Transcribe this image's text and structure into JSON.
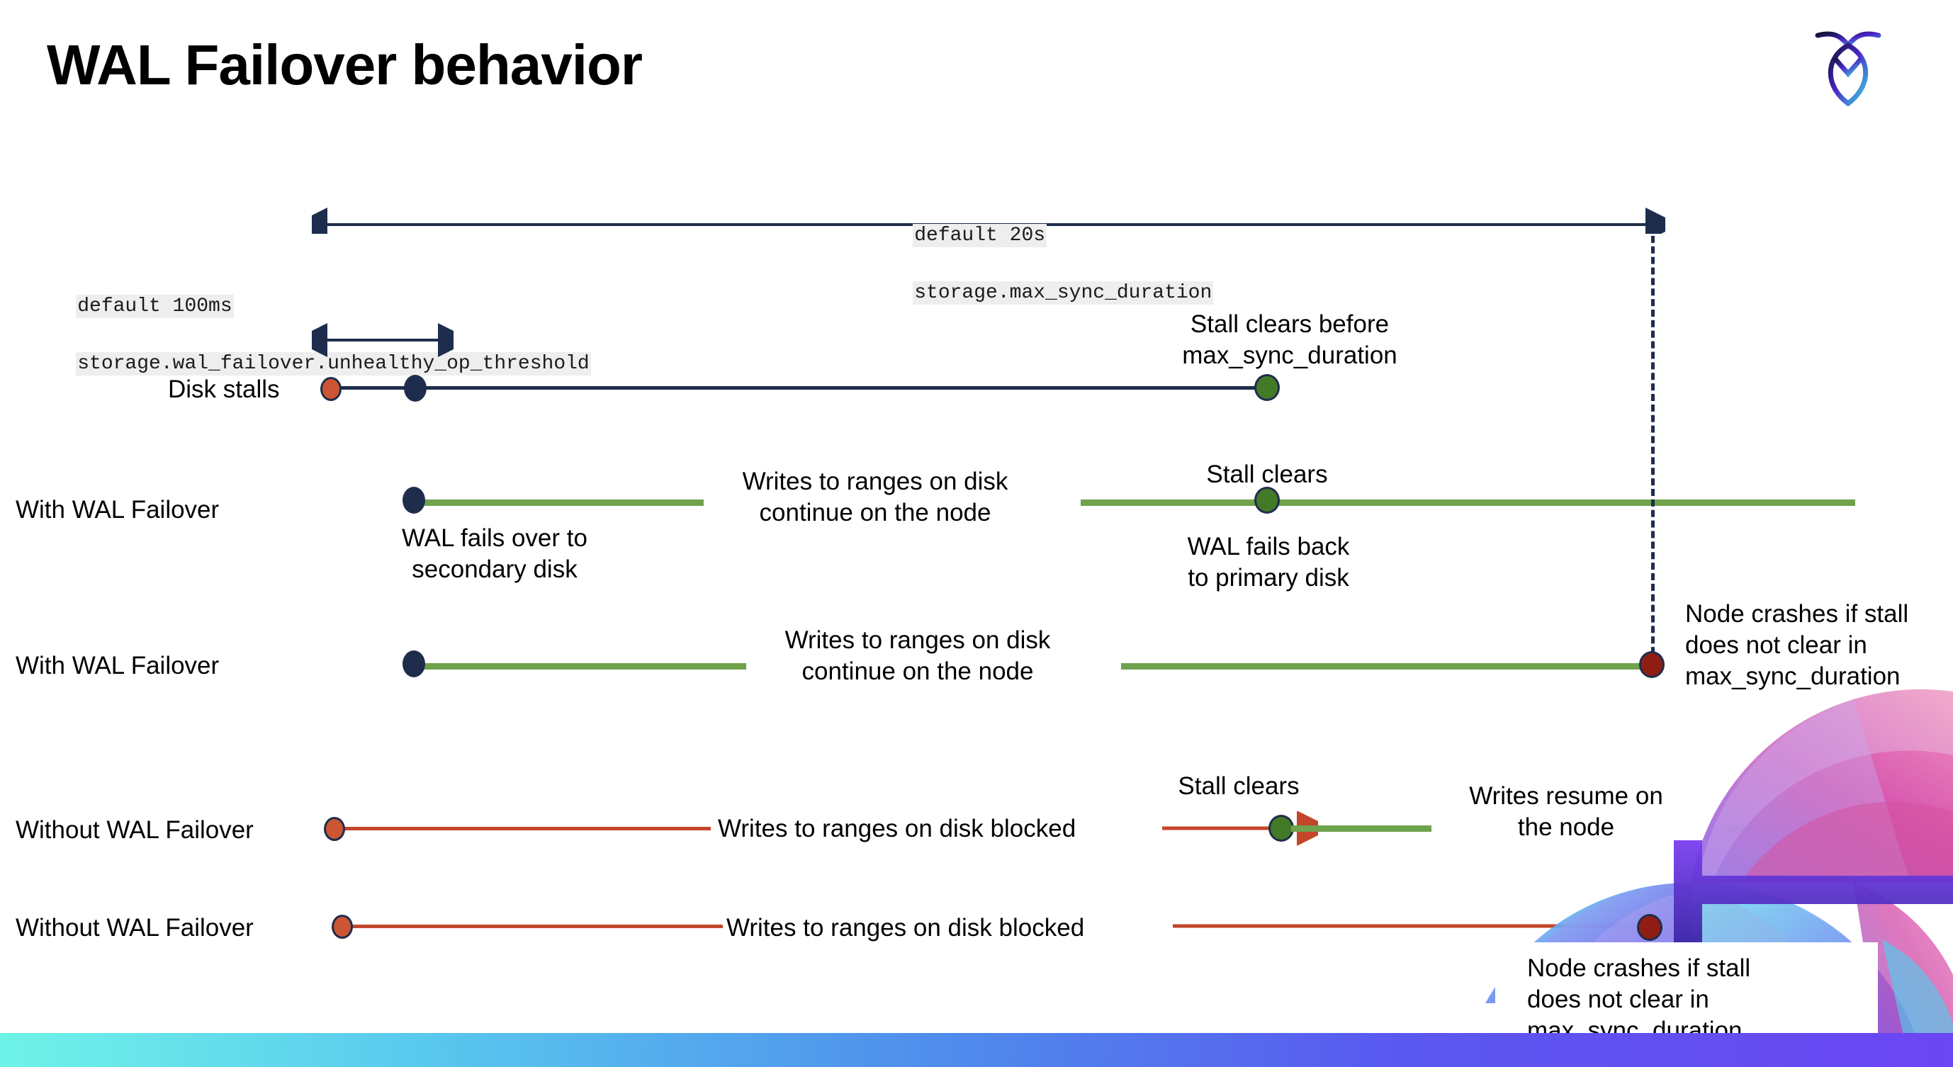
{
  "slide": {
    "title": "WAL Failover behavior",
    "logo_name": "cockroachdb-logo"
  },
  "settings": {
    "max_sync": {
      "default_line": "default 20s",
      "name_line": "storage.max_sync_duration"
    },
    "unhealthy_threshold": {
      "default_line": "default 100ms",
      "name_line": "storage.wal_failover.unhealthy_op_threshold"
    }
  },
  "rows": [
    {
      "label": "Disk stalls",
      "annotation": "Stall clears before\nmax_sync_duration"
    },
    {
      "label": "With WAL Failover",
      "note_start": "WAL fails over to\nsecondary disk",
      "note_middle": "Writes to ranges on disk\ncontinue on the node",
      "note_clear": "Stall clears",
      "note_back": "WAL fails  back\nto primary disk"
    },
    {
      "label": "With WAL Failover",
      "note_middle": "Writes to ranges on disk\ncontinue on the node",
      "note_crash": "Node crashes if stall\ndoes not clear in\nmax_sync_duration"
    },
    {
      "label": "Without WAL Failover",
      "note_middle": "Writes to ranges on disk  blocked",
      "note_clear": "Stall clears",
      "note_resume": "Writes resume on\nthe node"
    },
    {
      "label": "Without WAL Failover",
      "note_middle": "Writes to ranges on disk  blocked",
      "note_crash": "Node crashes if stall\ndoes not clear in\nmax_sync_duration"
    }
  ],
  "colors": {
    "navy": "#1f2d4d",
    "green_line": "#6fa24c",
    "green_dot": "#437a28",
    "orange": "#c4462a",
    "orange_dot": "#cc5533",
    "dark_red": "#8f1d14",
    "code_bg": "#eeeeee"
  }
}
